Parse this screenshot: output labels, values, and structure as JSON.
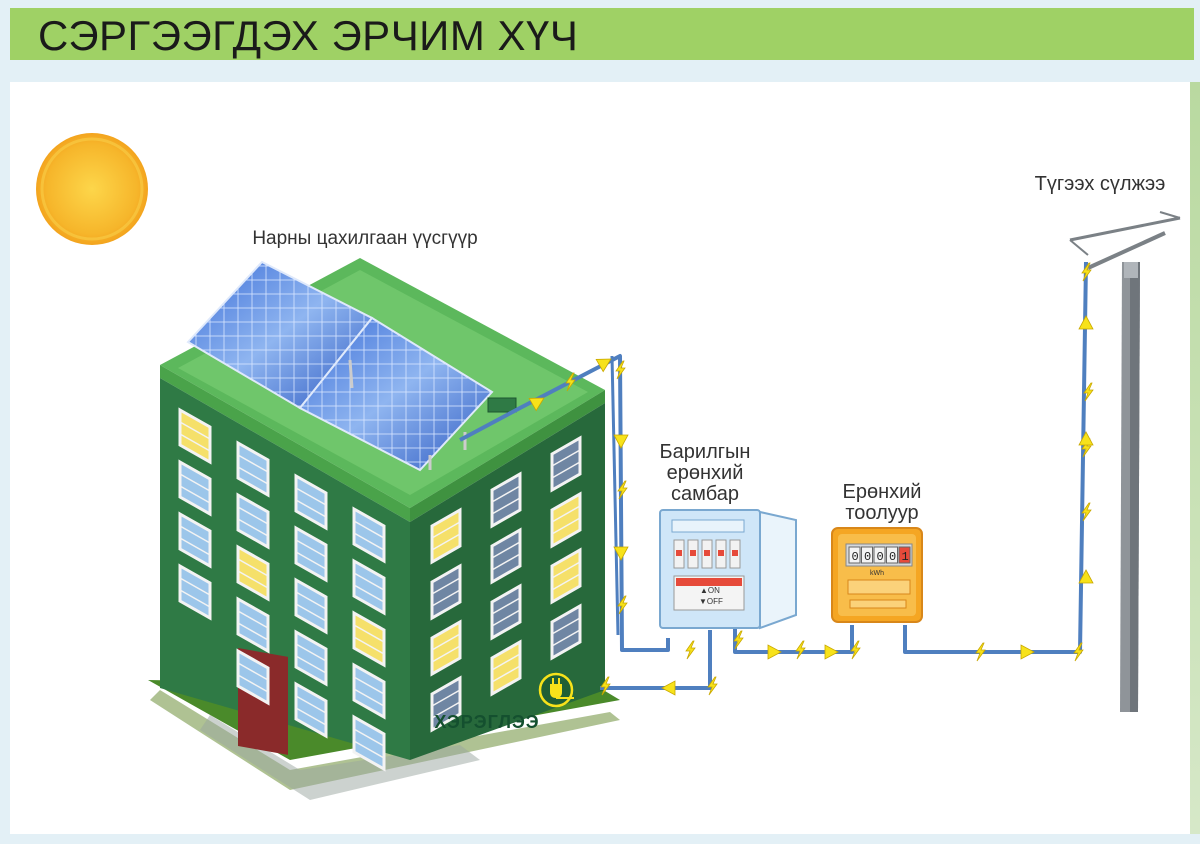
{
  "header": {
    "title": "СЭРГЭЭГДЭХ ЭРЧИМ ХҮЧ"
  },
  "labels": {
    "solar": "Нарны цахилгаан үүсгүүр",
    "board": "Барилгын\nерөнхий\nсамбар",
    "meter": "Ерөнхий\nтоолуур",
    "grid": "Түгээх сүлжээ",
    "appliances": "ХЭРЭГЛЭЭ"
  },
  "switch": {
    "on": "▲ON",
    "off": "▼OFF"
  },
  "meter_display": {
    "digits": [
      "0",
      "0",
      "0",
      "0",
      "1"
    ],
    "unit": "kWh"
  },
  "colors": {
    "header": "#9fd165",
    "background": "#e3f0f6",
    "building": "#2f7a45",
    "roof": "#5cb85c",
    "wire": "#4f7fbf",
    "arrow": "#f7e21a",
    "sun": "#f6b62b",
    "meter": "#f5a623",
    "door": "#8a2a2a",
    "window": "#f5e06a"
  },
  "icons": [
    "sun-icon",
    "plug-icon",
    "lightning-icon",
    "arrow-icon"
  ]
}
